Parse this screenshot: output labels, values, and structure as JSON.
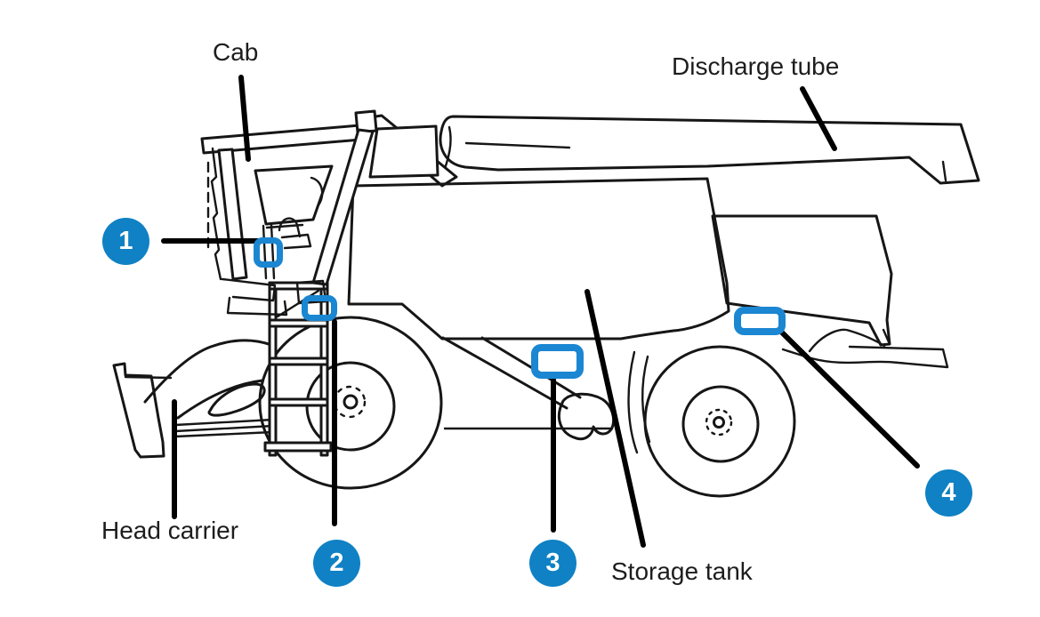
{
  "diagram": {
    "subject": "combine-harvester-line-drawing",
    "labels": {
      "cab": "Cab",
      "discharge_tube": "Discharge tube",
      "head_carrier": "Head carrier",
      "storage_tank": "Storage tank"
    },
    "markers": [
      {
        "number": "1"
      },
      {
        "number": "2"
      },
      {
        "number": "3"
      },
      {
        "number": "4"
      }
    ],
    "colors": {
      "marker_blue": "#0f81c4",
      "highlight_blue": "#1b86d1",
      "line_black": "#161616",
      "leader_black": "#000000",
      "background": "#ffffff"
    }
  }
}
